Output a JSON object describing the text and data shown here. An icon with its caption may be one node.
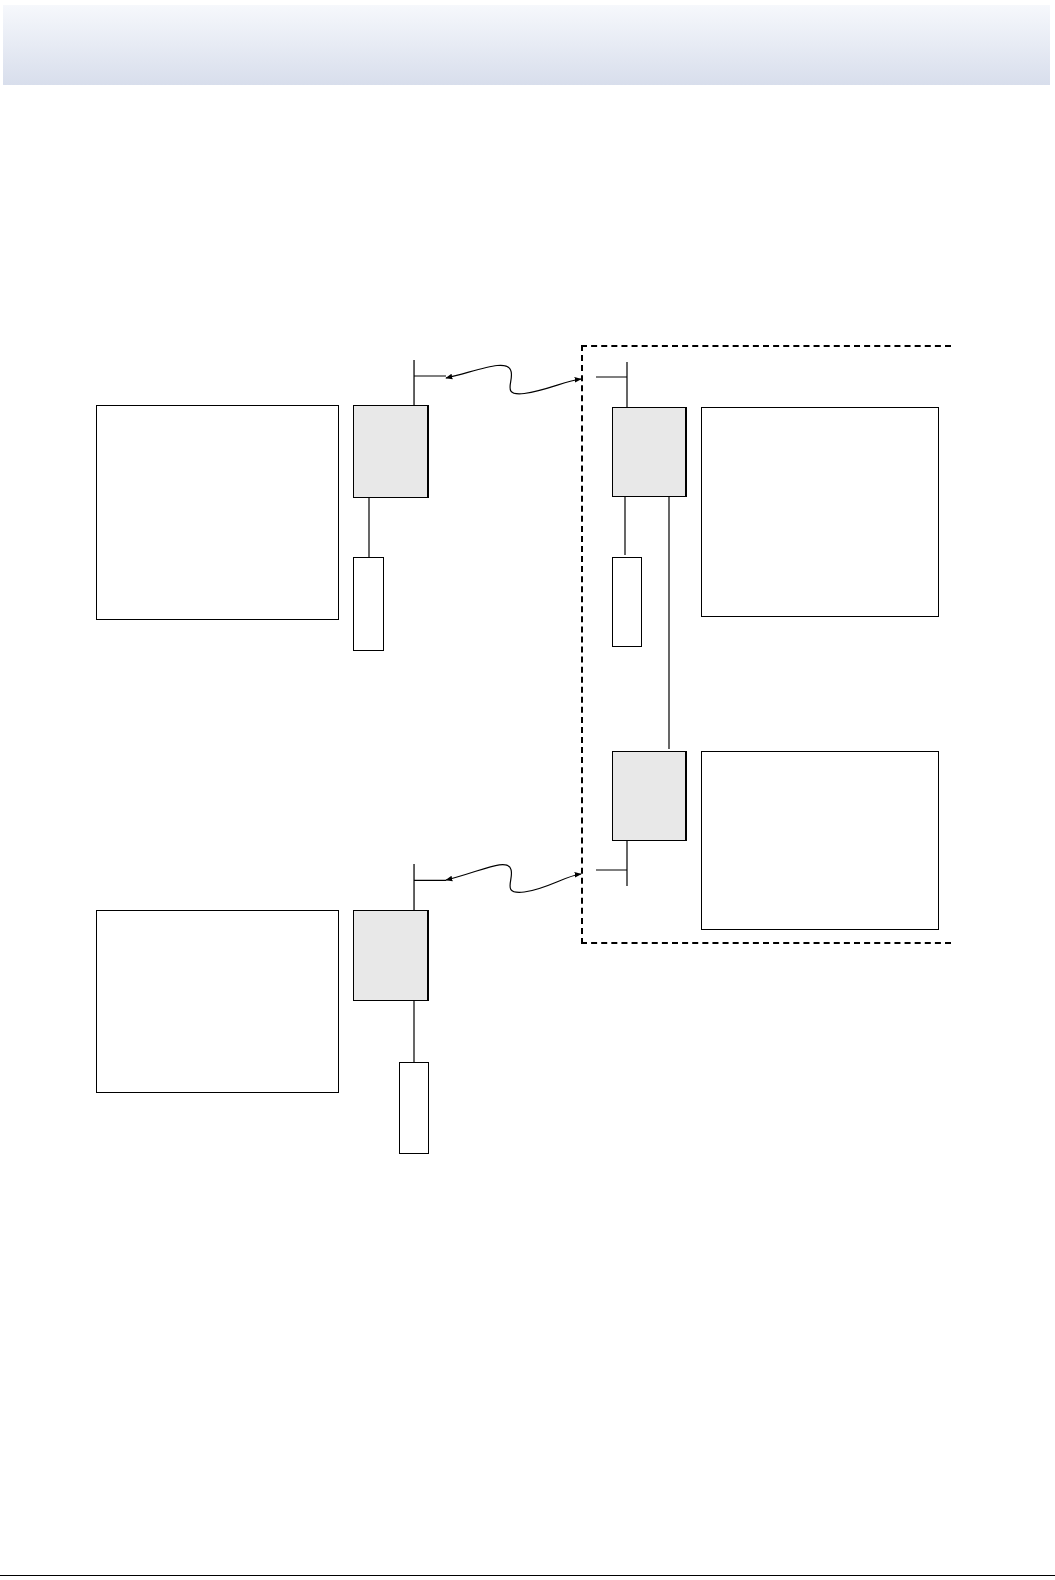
{
  "diagram": {
    "nodes": [
      {
        "text": [],
        "shape": "box"
      },
      {
        "text": [],
        "shape": "box"
      },
      {
        "text": [],
        "shape": "box"
      },
      {
        "text": [],
        "shape": "antenna"
      },
      {
        "text": [],
        "shape": "box"
      },
      {
        "text": [],
        "shape": "antenna",
        "in": 4
      },
      {
        "text": [],
        "shape": "box",
        "in": 4
      },
      {
        "text": [],
        "shape": "box",
        "in": 4
      },
      {
        "text": [],
        "shape": "box",
        "in": 4
      },
      {
        "text": [],
        "shape": "box",
        "in": 4
      },
      {
        "text": [],
        "shape": "antenna",
        "in": 4
      },
      {
        "text": [],
        "shape": "box",
        "in": 4
      },
      {
        "text": [],
        "shape": "box"
      },
      {
        "text": [],
        "shape": "box"
      },
      {
        "text": [],
        "shape": "box"
      },
      {
        "text": [],
        "shape": "antenna"
      }
    ],
    "edges": [
      {
        "from": 1,
        "to": 2,
        "arrow": "none"
      },
      {
        "from": 3,
        "to": 4,
        "arrow": "both"
      },
      {
        "from": 6,
        "to": 7,
        "arrow": "none"
      },
      {
        "from": 6,
        "to": 9,
        "arrow": "none"
      },
      {
        "from": 13,
        "to": 14,
        "arrow": "none"
      },
      {
        "from": 15,
        "to": 4,
        "arrow": "both"
      }
    ]
  }
}
